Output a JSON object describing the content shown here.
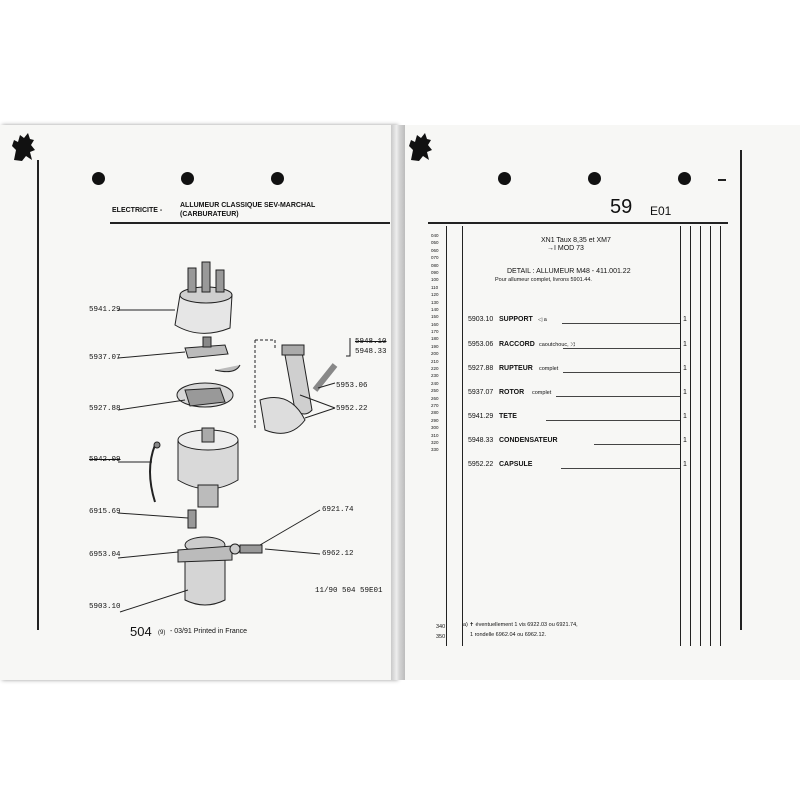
{
  "left": {
    "section": "ELECTRICITE -",
    "title_line1": "ALLUMEUR CLASSIQUE SEV-MARCHAL",
    "title_line2": "(CARBURATEUR)",
    "callouts": [
      {
        "id": "c1",
        "label": "5941.29"
      },
      {
        "id": "c2",
        "label": "5937.07"
      },
      {
        "id": "c3",
        "label": "5927.88"
      },
      {
        "id": "c4",
        "label": "5942.09"
      },
      {
        "id": "c5",
        "label": "6915.69"
      },
      {
        "id": "c6",
        "label": "6953.04"
      },
      {
        "id": "c7",
        "label": "5903.10"
      },
      {
        "id": "c8",
        "label": "5948.10"
      },
      {
        "id": "c9",
        "label": "5948.33"
      },
      {
        "id": "c10",
        "label": "5953.06"
      },
      {
        "id": "c11",
        "label": "5952.22"
      },
      {
        "id": "c12",
        "label": "6921.74"
      },
      {
        "id": "c13",
        "label": "6962.12"
      }
    ],
    "ref": "11/90  504  59E01",
    "footer_num": "504",
    "footer_sub": "(9)",
    "footer_text": "- 03/91 Printed in France"
  },
  "right": {
    "page_num": "59",
    "page_code": "E01",
    "line_numbers": [
      "040",
      "050",
      "060",
      "070",
      "080",
      "090",
      "100",
      "110",
      "120",
      "130",
      "140",
      "150",
      "160",
      "170",
      "180",
      "190",
      "200",
      "210",
      "220",
      "230",
      "240",
      "250",
      "260",
      "270",
      "280",
      "290",
      "300",
      "310",
      "320",
      "330"
    ],
    "header_line1": "XN1 Taux 8,35 et XM7",
    "header_line2": "→I MOD 73",
    "detail_title": "DETAIL : ALLUMEUR M48 - 411.001.22",
    "detail_sub": "Pour allumeur complet, livrons 5901.44.",
    "items": [
      {
        "code": "5903.10",
        "name": "SUPPORT",
        "extra": "◁ a",
        "qty": "1"
      },
      {
        "code": "5953.06",
        "name": "RACCORD",
        "extra": "caoutchouc, ⤨",
        "qty": "1"
      },
      {
        "code": "5927.88",
        "name": "RUPTEUR",
        "extra": "complet",
        "qty": "1"
      },
      {
        "code": "5937.07",
        "name": "ROTOR",
        "extra": "complet",
        "qty": "1"
      },
      {
        "code": "5941.29",
        "name": "TETE",
        "extra": "",
        "qty": "1"
      },
      {
        "code": "5948.33",
        "name": "CONDENSATEUR",
        "extra": "",
        "qty": "1"
      },
      {
        "code": "5952.22",
        "name": "CAPSULE",
        "extra": "",
        "qty": "1"
      }
    ],
    "bottom_linenums": [
      "340",
      "350"
    ],
    "note_line1": "a)  ✝  éventuellement 1 vis 6922.03 ou 6921.74,",
    "note_line2": "1 rondelle 6962.04 ou 6962.12."
  }
}
